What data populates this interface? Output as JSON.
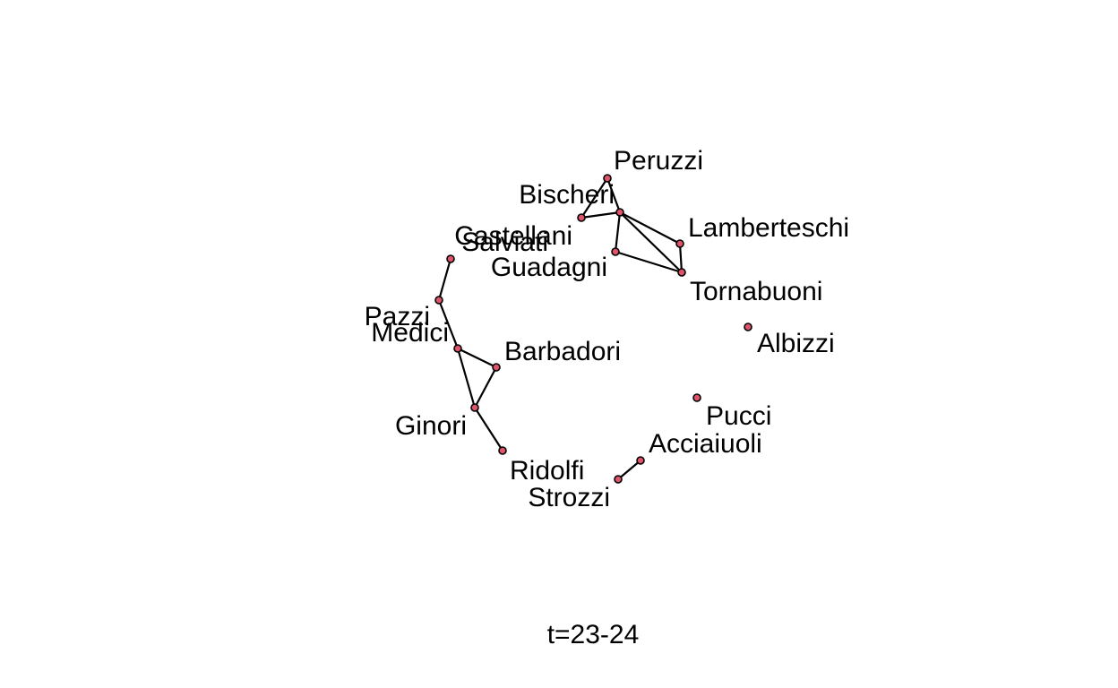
{
  "caption": "t=23-24",
  "style": {
    "edge_color": "#000000",
    "node_fill": "#df536b",
    "node_stroke": "#000000"
  },
  "nodes": [
    {
      "id": "peruzzi",
      "label": "Peruzzi"
    },
    {
      "id": "bischeri",
      "label": "Bischeri"
    },
    {
      "id": "castellani",
      "label": "Castellani"
    },
    {
      "id": "salviati",
      "label": "Salviati"
    },
    {
      "id": "lamberteschi",
      "label": "Lamberteschi"
    },
    {
      "id": "guadagni",
      "label": "Guadagni"
    },
    {
      "id": "tornabuoni",
      "label": "Tornabuoni"
    },
    {
      "id": "pazzi",
      "label": "Pazzi"
    },
    {
      "id": "medici",
      "label": "Medici"
    },
    {
      "id": "barbadori",
      "label": "Barbadori"
    },
    {
      "id": "albizzi",
      "label": "Albizzi"
    },
    {
      "id": "ginori",
      "label": "Ginori"
    },
    {
      "id": "pucci",
      "label": "Pucci"
    },
    {
      "id": "acciaiuoli",
      "label": "Acciaiuoli"
    },
    {
      "id": "ridolfi",
      "label": "Ridolfi"
    },
    {
      "id": "strozzi",
      "label": "Strozzi"
    }
  ],
  "edges": [
    [
      "peruzzi",
      "bischeri"
    ],
    [
      "peruzzi",
      "castellani"
    ],
    [
      "bischeri",
      "castellani"
    ],
    [
      "castellani",
      "lamberteschi"
    ],
    [
      "castellani",
      "tornabuoni"
    ],
    [
      "castellani",
      "guadagni"
    ],
    [
      "guadagni",
      "tornabuoni"
    ],
    [
      "lamberteschi",
      "tornabuoni"
    ],
    [
      "salviati",
      "pazzi"
    ],
    [
      "pazzi",
      "medici"
    ],
    [
      "medici",
      "barbadori"
    ],
    [
      "medici",
      "ginori"
    ],
    [
      "barbadori",
      "ginori"
    ],
    [
      "ginori",
      "ridolfi"
    ],
    [
      "acciaiuoli",
      "strozzi"
    ]
  ]
}
